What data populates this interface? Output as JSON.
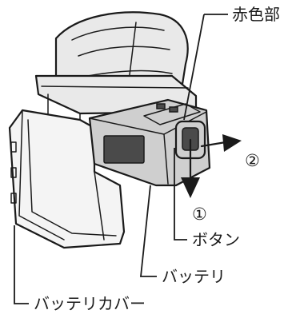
{
  "labels": {
    "red_part": "赤色部",
    "button": "ボタン",
    "battery": "バッテリ",
    "battery_cover": "バッテリカバー"
  },
  "steps": {
    "step1": "①",
    "step2": "②"
  }
}
